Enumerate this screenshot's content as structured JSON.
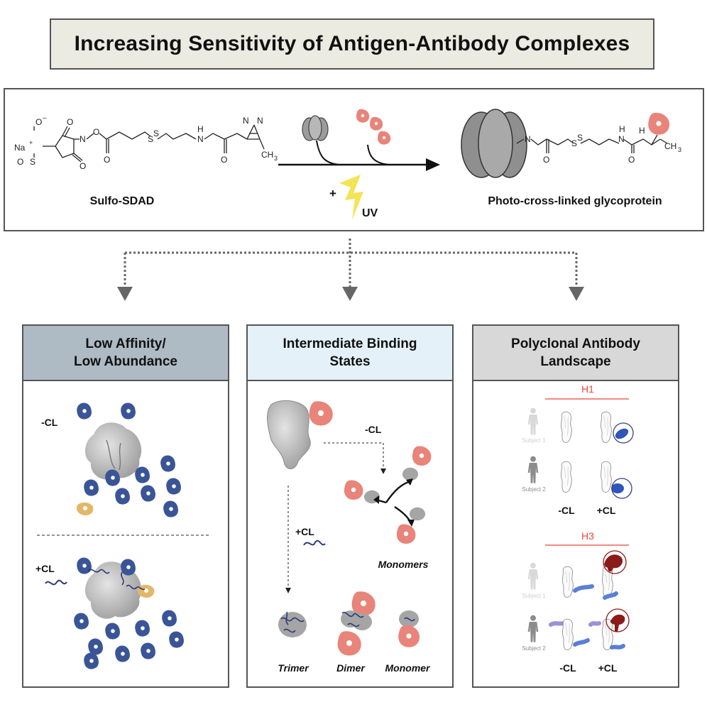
{
  "title": "Increasing Sensitivity of Antigen-Antibody Complexes",
  "top": {
    "reagent_label": "Sulfo-SDAD",
    "product_label": "Photo-cross-linked glycoprotein",
    "plus_sign": "+",
    "uv_label": "UV",
    "atoms": {
      "na": "Na",
      "na_charge": "+",
      "o_minus": "O",
      "minus": "−",
      "so3": "S",
      "o": "O",
      "n": "N",
      "s": "S",
      "h": "H",
      "ch3": "CH",
      "sub3": "3"
    }
  },
  "panels": [
    {
      "header_line1": "Low Affinity/",
      "header_line2": "Low Abundance",
      "minus_cl": "-CL",
      "plus_cl": "+CL"
    },
    {
      "header_line1": "Intermediate Binding",
      "header_line2": "States",
      "minus_cl": "-CL",
      "plus_cl": "+CL",
      "monomers_label": "Monomers",
      "trimer_label": "Trimer",
      "dimer_label": "Dimer",
      "monomer_label": "Monomer"
    },
    {
      "header_line1": "Polyclonal Antibody",
      "header_line2": "Landscape",
      "h1_label": "H1",
      "h3_label": "H3",
      "subject1": "Subject 1",
      "subject2": "Subject 2",
      "minus_cl": "-CL",
      "plus_cl": "+CL"
    }
  ],
  "colors": {
    "antibody_blue": "#3a5597",
    "fab_salmon": "#e88479",
    "gold": "#e2b868",
    "gray_protein": "#a5a5a5",
    "uv_yellow": "#f3e455",
    "h_line_red": "#e8483a",
    "dark_red": "#8b1a1a"
  }
}
